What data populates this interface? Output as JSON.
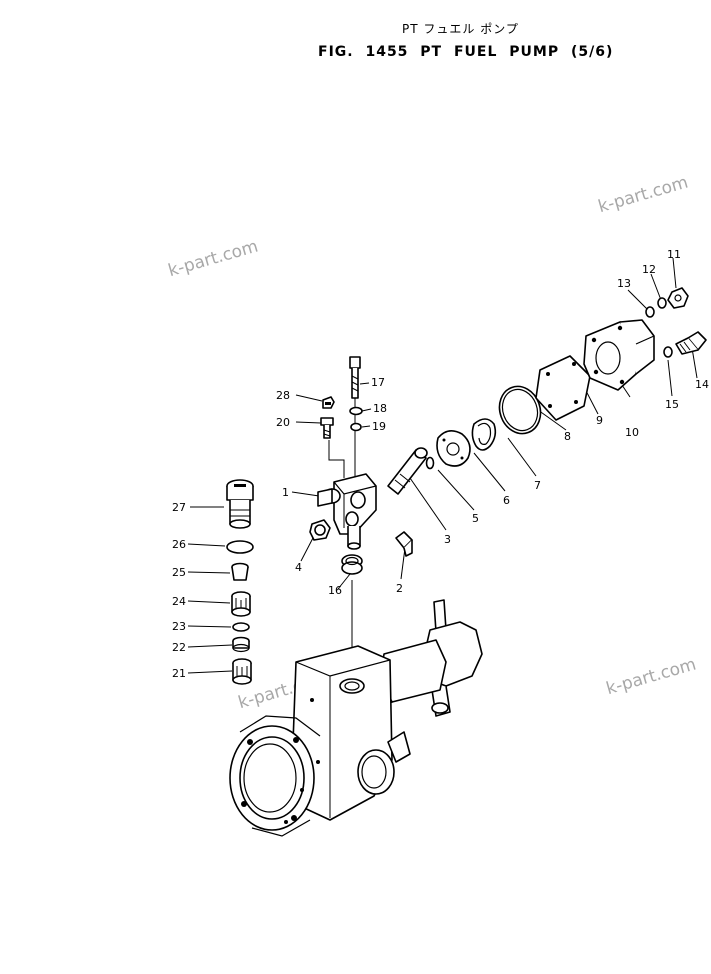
{
  "title": {
    "japanese": "PT フュエル ポンプ",
    "main": "FIG. 1455  PT FUEL PUMP (5/6)"
  },
  "watermarks": [
    "k-part.com",
    "k-part.com",
    "k-part.com",
    "k-part.com"
  ],
  "callouts": [
    "1",
    "2",
    "3",
    "4",
    "5",
    "6",
    "7",
    "8",
    "9",
    "10",
    "11",
    "12",
    "13",
    "14",
    "15",
    "16",
    "17",
    "18",
    "19",
    "20",
    "21",
    "22",
    "23",
    "24",
    "25",
    "26",
    "27",
    "28"
  ]
}
